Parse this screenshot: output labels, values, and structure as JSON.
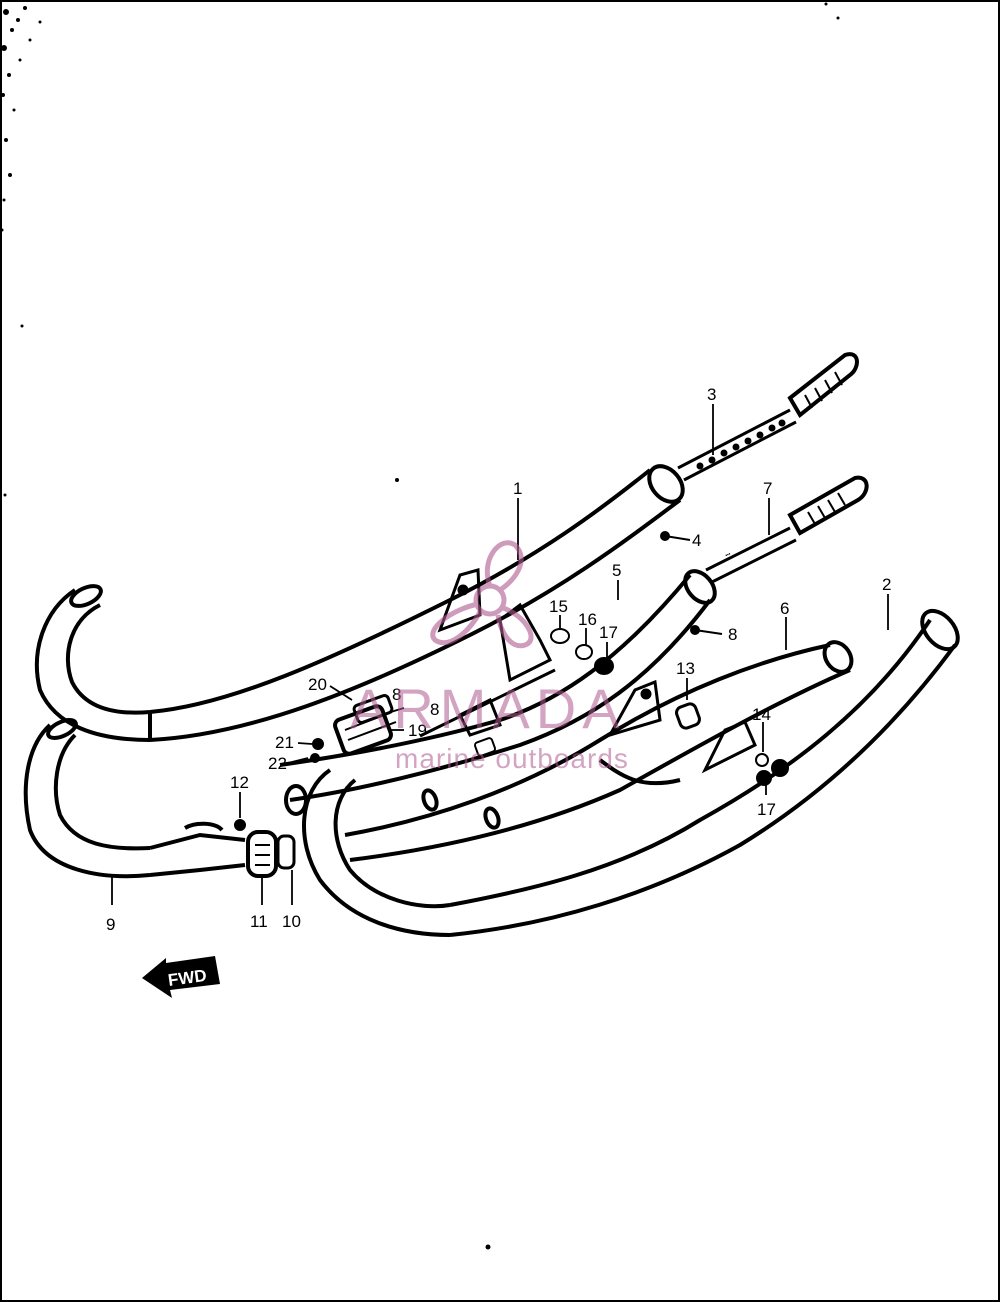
{
  "diagram": {
    "part_labels": {
      "p1": "1",
      "p2": "2",
      "p3": "3",
      "p4": "4",
      "p5": "5",
      "p6": "6",
      "p7": "7",
      "p8a": "8",
      "p8b": "8",
      "p8c": "8",
      "p9": "9",
      "p10": "10",
      "p11": "11",
      "p12": "12",
      "p13": "13",
      "p14": "14",
      "p15": "15",
      "p16": "16",
      "p17a": "17",
      "p17b": "17",
      "p19": "19",
      "p20": "20",
      "p21": "21",
      "p22": "22"
    },
    "fwd_label": "FWD"
  },
  "watermark": {
    "brand": "ARMADA",
    "tagline": "marine outboards",
    "color": "#b05a90"
  }
}
